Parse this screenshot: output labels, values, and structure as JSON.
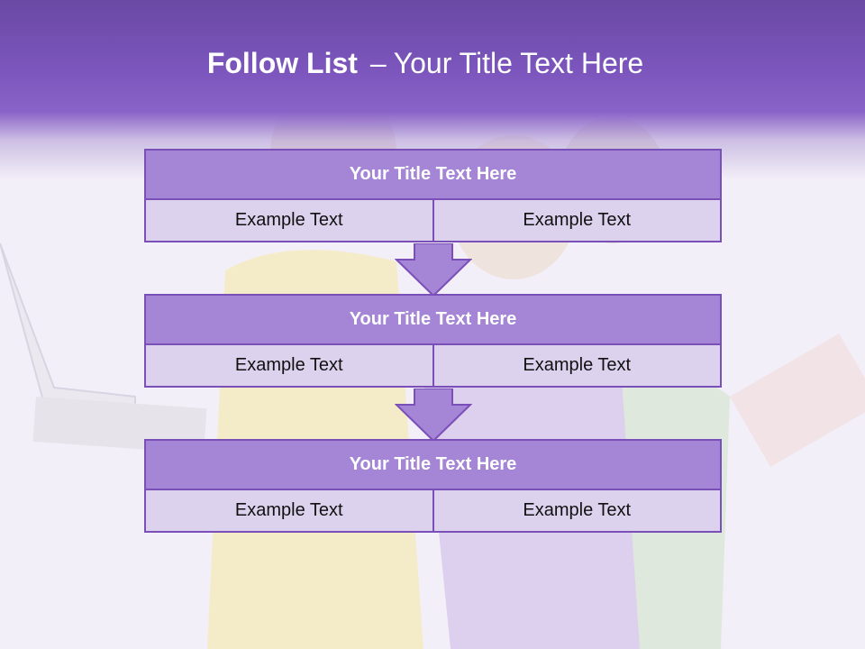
{
  "slide": {
    "title_bold": "Follow List",
    "title_separator": "–",
    "title_rest": "Your Title Text Here"
  },
  "blocks": [
    {
      "title": "Your Title Text Here",
      "left": "Example Text",
      "right": "Example Text"
    },
    {
      "title": "Your Title Text Here",
      "left": "Example Text",
      "right": "Example Text"
    },
    {
      "title": "Your Title Text Here",
      "left": "Example Text",
      "right": "Example Text"
    }
  ],
  "colors": {
    "header": "#7c56bd",
    "block_title_fill": "#a585d6",
    "cell_fill": "#ddd2ee",
    "border": "#7b4fb8"
  }
}
